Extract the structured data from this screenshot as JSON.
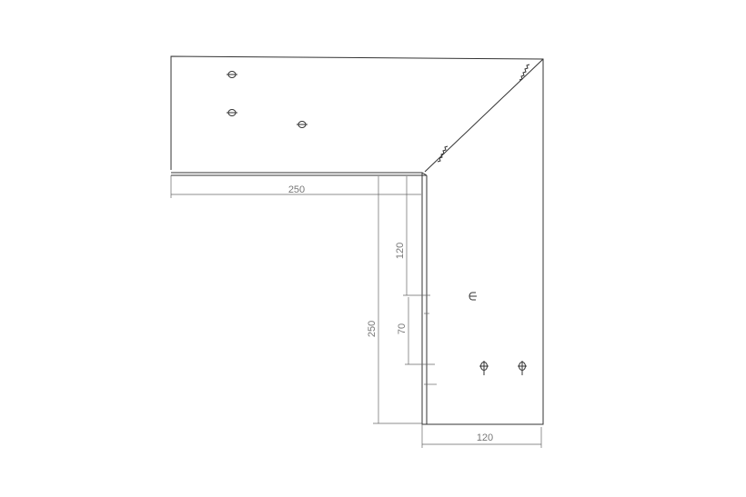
{
  "drawing": {
    "dimensions": {
      "horizontal_top": "250",
      "vertical_total": "250",
      "vertical_upper": "120",
      "vertical_lower": "70",
      "horizontal_bottom": "120"
    },
    "colors": {
      "line": "#333333",
      "dimension": "#666666",
      "text": "#777777"
    }
  }
}
